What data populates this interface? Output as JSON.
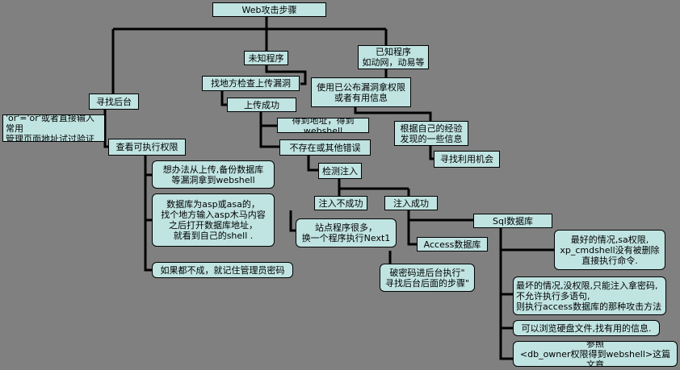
{
  "title": "Web攻击步骤",
  "nodes": {
    "unknown_program": "未知程序",
    "known_program": "已知程序\n如动网，动易等",
    "find_upload_vuln": "找地方检查上传漏洞",
    "upload_success": "上传成功",
    "public_vuln": "使用已公布漏洞拿权限\n或者有用信息",
    "find_admin": "寻找后台",
    "or_bypass": "'or'='or'或者直接输入常用\n管理页面地址试过验证",
    "got_webshell": "得到地址，得到webshell",
    "experience": "根据自己的经验\n发现的一些信息",
    "check_exec_perm": "查看可执行权限",
    "not_exist_error": "不存在或其他错误",
    "find_chance": "寻找利用机会",
    "backup_db": "想办法从上传,备份数据库\n等漏洞拿到webshell",
    "detect_injection": "检测注入",
    "asp_db_trojan": "数据库为asp或asa的，\n找个地方输入asp木马内容\n之后打开数据库地址，\n就看到自己的shell .",
    "inject_fail": "注入不成功",
    "inject_success": "注入成功",
    "sql_db": "Sql数据库",
    "many_sites": "站点程序很多，\n换一个程序执行Next1",
    "best_case": "最好的情况,sa权限,\nxp_cmdshell没有被删除\n直接执行命令.",
    "access_db": "Access数据库",
    "remember_admin_pwd": "如果都不成，就记住管理员密码",
    "crack_pwd": "破密码进后台执行\"\n寻找后台后面的步骤\"",
    "worst_case": "最坏的情况,没权限,只能注入拿密码,\n不允许执行多语句,\n则执行access数据库的那种攻击方法",
    "browse_disk": "可以浏览硬盘文件,找有用的信息.",
    "reference": "参照\n<db_owner权限得到webshell>这篇文章"
  },
  "colors": {
    "background": "#808080",
    "node_fill": "#c0e4e2",
    "line": "#000000"
  }
}
